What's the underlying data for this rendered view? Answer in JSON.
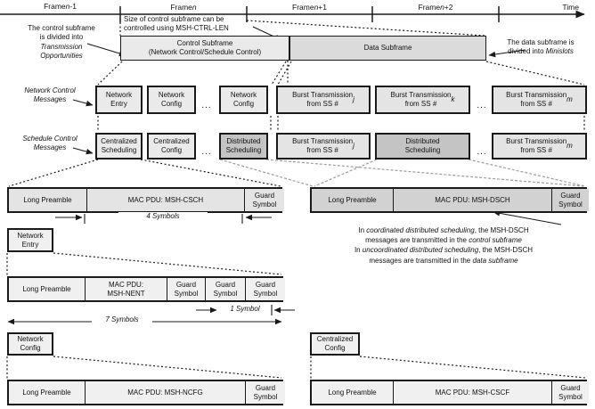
{
  "colors": {
    "light": "#eaeaea",
    "lighter": "#f0f0f0",
    "mid": "#dbdbdb",
    "softgray": "#e4e4e4",
    "dark": "#c4c4c4",
    "dsch": "#d2d2d2",
    "ink": "#1a1a1a",
    "dash_gray": "#9b9b9b"
  },
  "timeline": {
    "frames": [
      {
        "html": "Frame <i>n</i>-1"
      },
      {
        "html": "Frame <i>n</i>"
      },
      {
        "html": "Frame <i>n</i>+1"
      },
      {
        "html": "Frame <i>n</i>+2"
      }
    ],
    "time": "Time"
  },
  "subframes": {
    "control_html": "Control Subframe<br>(Network Control/Schedule Control)",
    "data": "Data Subframe"
  },
  "labels": {
    "network_control_html": "<i>Network Control<br>Messages</i>",
    "schedule_control_html": "<i>Schedule Control<br>Messages</i>",
    "ellipsis": "..."
  },
  "notes": {
    "control_html": "The control subframe<br>is divided into<br><i>Transmission</i><br><i>Opportunities</i>",
    "ctrl_len_html": "Size of control subframe can be<br>controlled using MSH-CTRL-LEN",
    "data_html": "The data subframe is<br>divided into <i>Minislots</i>",
    "dsch_html": "In <i>coordinated distributed scheduling</i>, the MSH-DSCH<br>messages are transmitted in the <i>control subframe</i><br>In <i>uncoordinated distributed scheduling</i>, the MSH-DSCH<br>messages are transmitted in the <i>data subframe</i>"
  },
  "network_row": {
    "boxes": [
      {
        "html": "Network<br>Entry"
      },
      {
        "html": "Network<br>Config"
      },
      {
        "html": "Network<br>Config"
      },
      {
        "html": "Burst Transmission<br>from SS #<i>j</i>"
      },
      {
        "html": "Burst Transmission<br>from SS #<i>k</i>"
      },
      {
        "html": "Burst Transmission<br>from SS #<i>m</i>"
      }
    ]
  },
  "schedule_row": {
    "boxes": [
      {
        "html": "Centralized<br>Scheduling"
      },
      {
        "html": "Centralized<br>Config"
      },
      {
        "html": "Distributed<br>Scheduling"
      },
      {
        "html": "Burst Transmission<br>from SS #<i>j</i>"
      },
      {
        "html": "Distributed<br>Scheduling"
      },
      {
        "html": "Burst Transmission<br>from SS #<i>m</i>"
      }
    ]
  },
  "csch_strip": {
    "cells": [
      "Long Preamble",
      "MAC PDU: MSH-CSCH",
      "Guard\nSymbol"
    ],
    "note": "4 Symbols"
  },
  "dsch_strip": {
    "cells": [
      "Long Preamble",
      "MAC PDU: MSH-DSCH",
      "Guard\nSymbol"
    ]
  },
  "nent": {
    "header_html": "Network<br>Entry",
    "cells": [
      "Long Preamble",
      "MAC PDU:\nMSH-NENT",
      "Guard\nSymbol",
      "Guard\nSymbol",
      "Guard\nSymbol"
    ],
    "note_1": "1 Symbol",
    "note_7": "7 Symbols"
  },
  "ncfg": {
    "header_html": "Network<br>Config",
    "cells": [
      "Long Preamble",
      "MAC PDU: MSH-NCFG",
      "Guard\nSymbol"
    ]
  },
  "cscf": {
    "header_html": "Centralized<br>Config",
    "cells": [
      "Long Preamble",
      "MAC PDU: MSH-CSCF",
      "Guard\nSymbol"
    ]
  }
}
